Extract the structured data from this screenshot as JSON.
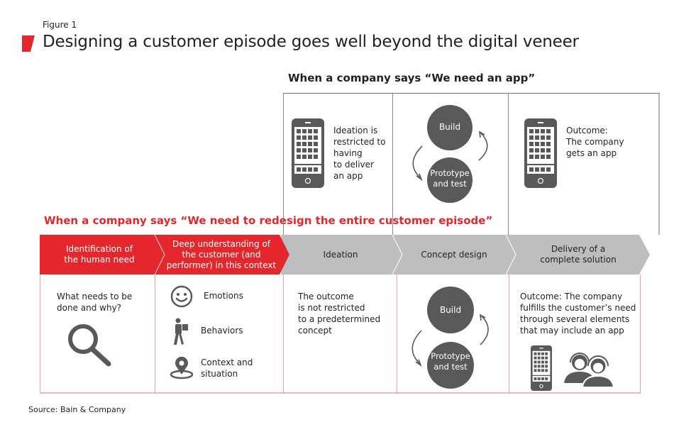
{
  "figure": {
    "label": "Figure 1",
    "title": "Designing a customer episode goes well beyond the digital veneer",
    "accent_color": "#e3272d"
  },
  "app_scenario": {
    "heading": "When a company says “We need an app”",
    "columns": [
      {
        "icon": "smartphone-icon",
        "text_lines": [
          "Ideation is",
          "restricted to",
          "having",
          "to deliver",
          "an app"
        ]
      },
      {
        "cycle": {
          "top": "Build",
          "bottom_lines": [
            "Prototype",
            "and test"
          ]
        }
      },
      {
        "icon": "smartphone-icon",
        "text_lines": [
          "Outcome:",
          "The company",
          "gets an app"
        ]
      }
    ]
  },
  "redesign_scenario": {
    "heading": "When a company says “We need to redesign the entire customer episode”",
    "stages": [
      {
        "label_lines": [
          "Identification of",
          "the human need"
        ],
        "style": "red"
      },
      {
        "label_lines": [
          "Deep understanding of",
          "the customer (and",
          "performer) in this context"
        ],
        "style": "red"
      },
      {
        "label_lines": [
          "Ideation"
        ],
        "style": "gray"
      },
      {
        "label_lines": [
          "Concept design"
        ],
        "style": "gray"
      },
      {
        "label_lines": [
          "Delivery of a",
          "complete solution"
        ],
        "style": "gray"
      }
    ],
    "cells": {
      "need": {
        "text_lines": [
          "What needs to be",
          "done and why?"
        ],
        "icon": "magnifying-glass-icon"
      },
      "understanding": {
        "items": [
          {
            "icon": "smiley-face-icon",
            "label_lines": [
              "Emotions"
            ]
          },
          {
            "icon": "person-carrying-box-icon",
            "label_lines": [
              "Behaviors"
            ]
          },
          {
            "icon": "location-pin-icon",
            "label_lines": [
              "Context and",
              "situation"
            ]
          }
        ]
      },
      "ideation": {
        "text_lines": [
          "The outcome",
          "is not restricted",
          "to a predetermined",
          "concept"
        ]
      },
      "concept": {
        "cycle": {
          "top": "Build",
          "bottom_lines": [
            "Prototype",
            "and test"
          ]
        }
      },
      "delivery": {
        "text_lines": [
          "Outcome: The company",
          "fulfills the customer’s need",
          "through several elements",
          "that may include an app"
        ],
        "icons": [
          "smartphone-icon",
          "call-center-agents-icon"
        ]
      }
    }
  },
  "colors": {
    "red": "#e3272d",
    "gray_stage": "#bcbec0",
    "icon_dark": "#58595b",
    "border_pink": "#f2a0a3"
  },
  "source": "Source: Bain & Company"
}
